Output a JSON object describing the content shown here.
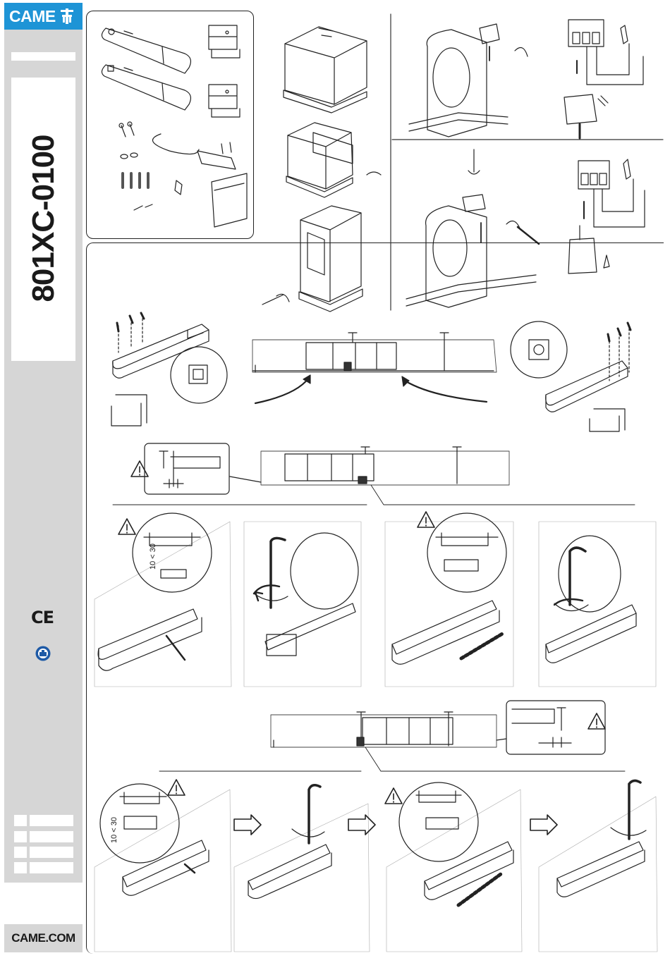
{
  "brand": {
    "logo_text": "CAME",
    "footer_url": "CAME.COM"
  },
  "document": {
    "code": "801XC-0100"
  },
  "marks": {
    "ce": "CE",
    "certification": "certification-badge-icon"
  },
  "diagram": {
    "dimension_label_top": "10 < 30",
    "dimension_label_bottom": "10 < 30"
  },
  "colors": {
    "brand_blue": "#1e94d6",
    "panel_gray": "#d6d6d6",
    "line": "#222222"
  },
  "icons": [
    "warning-icon",
    "hex-key-icon",
    "rotate-arrow-icon",
    "bold-arrow-icon",
    "move-arrow-icon"
  ]
}
